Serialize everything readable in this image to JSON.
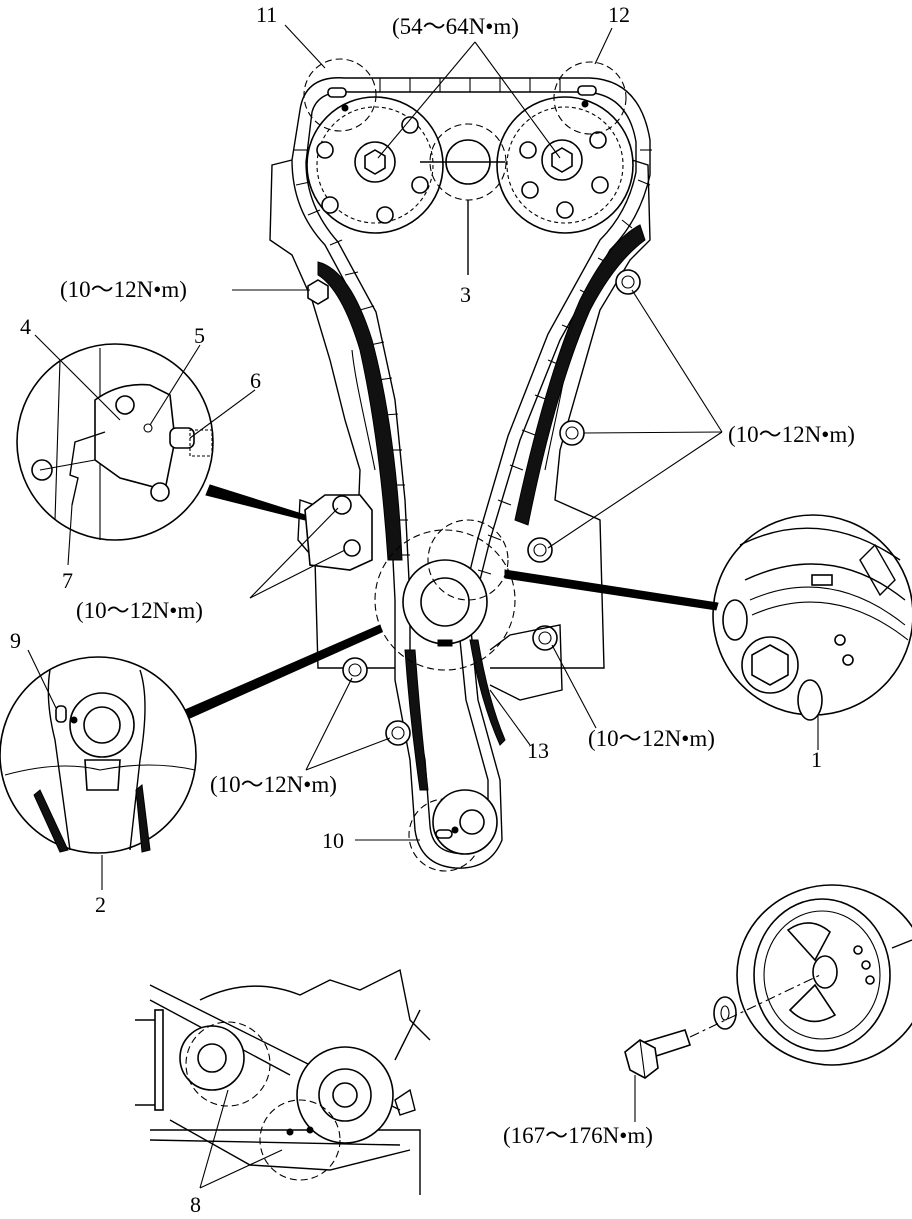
{
  "part_labels": {
    "p1": "1",
    "p2": "2",
    "p3": "3",
    "p4": "4",
    "p5": "5",
    "p6": "6",
    "p7": "7",
    "p8": "8",
    "p9": "9",
    "p10": "10",
    "p11": "11",
    "p12": "12",
    "p13": "13"
  },
  "torque_labels": {
    "camshaft_bolts": "(54～64N•m)",
    "upper_left_guide": "(10～12N•m)",
    "right_guide": "(10～12N•m)",
    "tensioner": "(10～12N•m)",
    "lower_right": "(10～12N•m)",
    "lower_guide": "(10～12N•m)",
    "pulley_bolt": "(167～176N•m)"
  }
}
